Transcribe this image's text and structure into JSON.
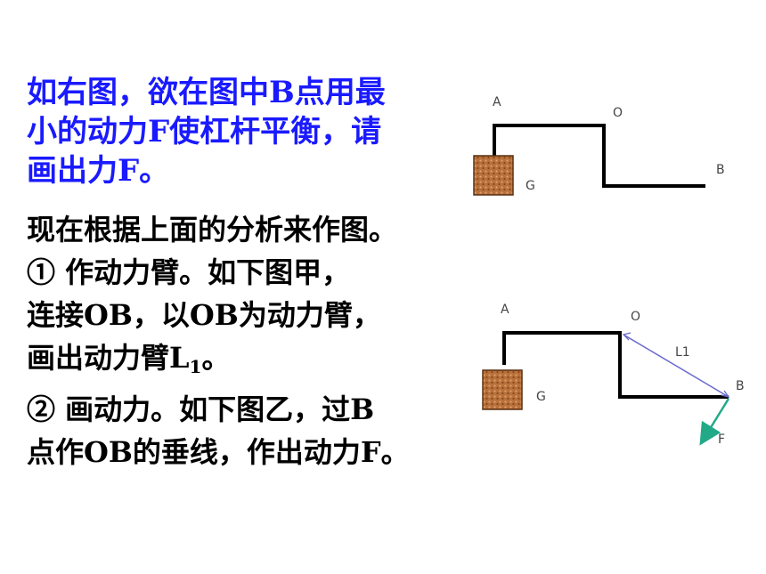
{
  "question": {
    "line1": "如右图，欲在图中B点用最",
    "line2": "小的动力F使杠杆平衡，请",
    "line3": "画出力F。"
  },
  "steps": {
    "intro": "现在根据上面的分析来作图。",
    "step1_a": "① 作动力臂。如下图甲，",
    "step1_b": "连接OB，以OB为动力臂，",
    "step1_c_prefix": "画出动力臂L",
    "step1_c_sub": "1",
    "step1_c_suffix": "。",
    "step2_a": "② 画动力。如下图乙，过B",
    "step2_b": "点作OB的垂线，作出动力F。"
  },
  "diagram_top": {
    "label_a": "A",
    "label_o": "O",
    "label_b": "B",
    "label_g": "G"
  },
  "diagram_bottom": {
    "label_a": "A",
    "label_o": "O",
    "label_b": "B",
    "label_g": "G",
    "label_l1": "L1",
    "label_f": "F"
  },
  "colors": {
    "question_text": "#1a1aff",
    "body_text": "#000000",
    "lever": "#000000",
    "weight_fill": "#b8703a",
    "arm_line": "#6a6acc",
    "force_arrow": "#22aa88"
  }
}
